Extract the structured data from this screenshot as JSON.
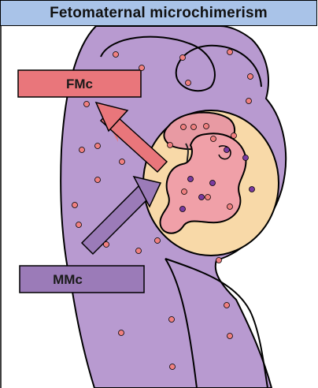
{
  "title": "Fetomaternal microchimerism",
  "labels": {
    "fmc": "FMc",
    "mmc": "MMc"
  },
  "colors": {
    "title_bg": "#a9c3e8",
    "maternal_body": "#b89ad0",
    "fetal_cell": "#f08080",
    "maternal_cell": "#7a3aa0",
    "amniotic_fluid": "#f8d9a8",
    "placenta": "#e89aa3",
    "fmc_box": "#e9767b",
    "mmc_box": "#9b7bb8",
    "fmc_arrow": "#e9767b",
    "mmc_arrow": "#9b7bb8"
  }
}
